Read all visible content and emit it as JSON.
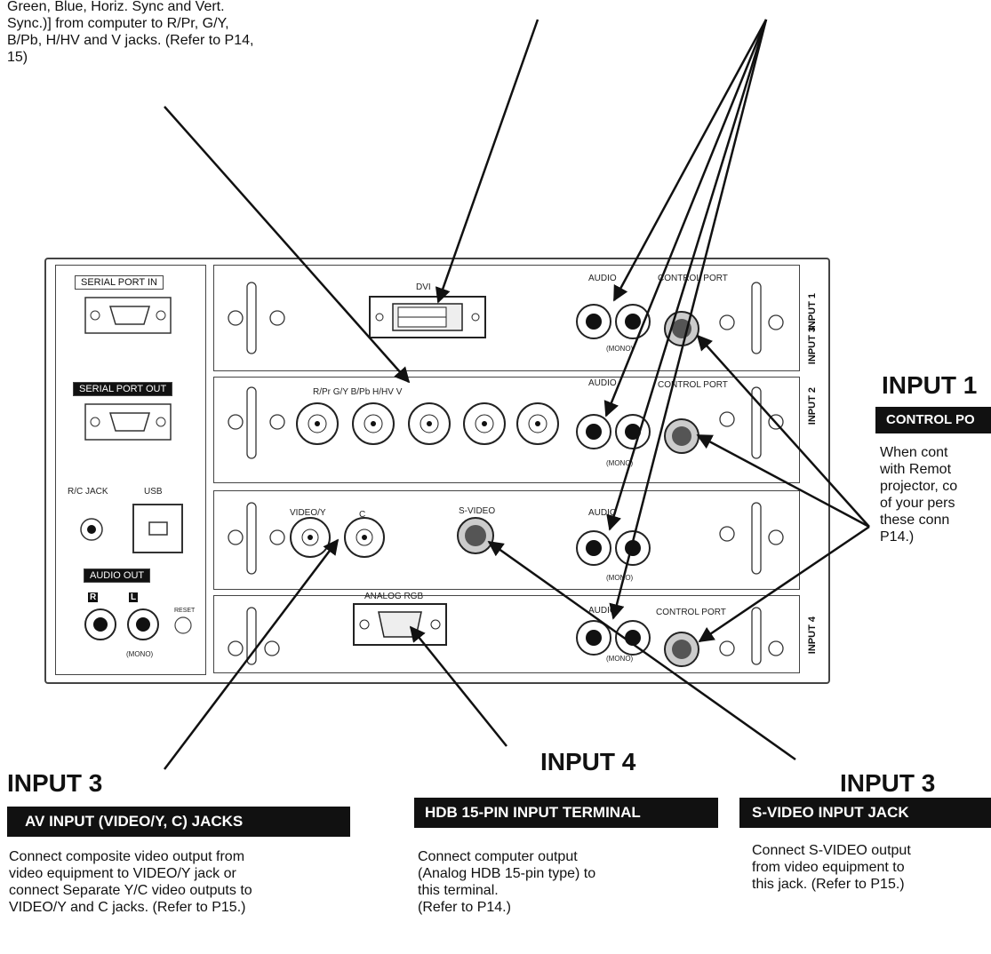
{
  "top_text": {
    "lines": [
      "Green, Blue, Horiz. Sync and Vert.",
      "Sync.)] from computer to R/Pr, G/Y,",
      "B/Pb, H/HV and V jacks. (Refer to P14,",
      "15)"
    ]
  },
  "panel": {
    "serial_in": "SERIAL PORT IN",
    "serial_out": "SERIAL PORT OUT",
    "rc_jack": "R/C JACK",
    "usb": "USB",
    "audio_out": "AUDIO OUT",
    "mono": "(MONO)",
    "reset": "RESET",
    "dvi": "DVI",
    "audio": "AUDIO",
    "control_port": "CONTROL PORT",
    "bnc_labels": "R/Pr G/Y B/Pb H/HV V",
    "video_y": "VIDEO/Y",
    "c": "C",
    "s_video": "S-VIDEO",
    "analog_rgb": "ANALOG RGB",
    "input1_side": "INPUT 1",
    "input2_side": "INPUT 2",
    "input3_side": "INPUT 3",
    "input4_side": "INPUT 4",
    "r": "R",
    "l": "L"
  },
  "right_callout": {
    "heading": "INPUT 1",
    "banner": "CONTROL PO",
    "lines": [
      "When cont",
      "with Remot",
      "projector, co",
      "of your pers",
      "these conn",
      "P14.)"
    ]
  },
  "callouts": [
    {
      "heading": "INPUT 3",
      "banner": "AV INPUT (VIDEO/Y, C) JACKS",
      "lines": [
        "Connect composite video output from",
        "video equipment to VIDEO/Y jack or",
        "connect Separate Y/C video outputs to",
        "VIDEO/Y and C jacks. (Refer to P15.)"
      ]
    },
    {
      "heading": "INPUT 4",
      "banner": "HDB 15-PIN INPUT  TERMINAL",
      "lines": [
        "Connect  computer  output",
        "(Analog HDB 15-pin type) to",
        "this terminal.",
        "(Refer to P14.)"
      ]
    },
    {
      "heading": "INPUT 3",
      "banner": "S-VIDEO INPUT JACK",
      "lines": [
        "Connect S-VIDEO output",
        "from video equipment to",
        "this jack.  (Refer to P15.)"
      ]
    }
  ]
}
